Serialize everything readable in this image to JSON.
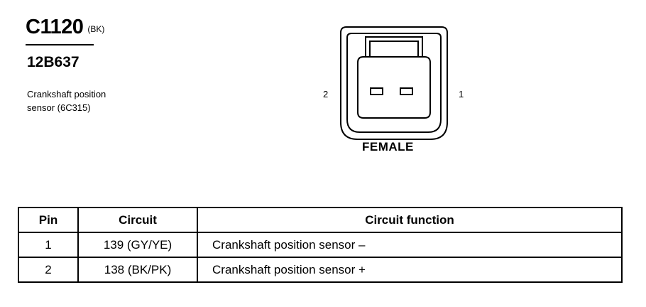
{
  "connector": {
    "id": "C1120",
    "color": "(BK)",
    "part_number": "12B637",
    "description_line1": "Crankshaft position",
    "description_line2": "sensor (6C315)"
  },
  "view": {
    "pin_left_label": "2",
    "pin_right_label": "1",
    "gender": "FEMALE"
  },
  "table": {
    "headers": {
      "pin": "Pin",
      "circuit": "Circuit",
      "function": "Circuit function"
    },
    "rows": [
      {
        "pin": "1",
        "circuit": "139 (GY/YE)",
        "function": "Crankshaft position sensor  –"
      },
      {
        "pin": "2",
        "circuit": "138 (BK/PK)",
        "function": "Crankshaft position sensor  +"
      }
    ]
  }
}
